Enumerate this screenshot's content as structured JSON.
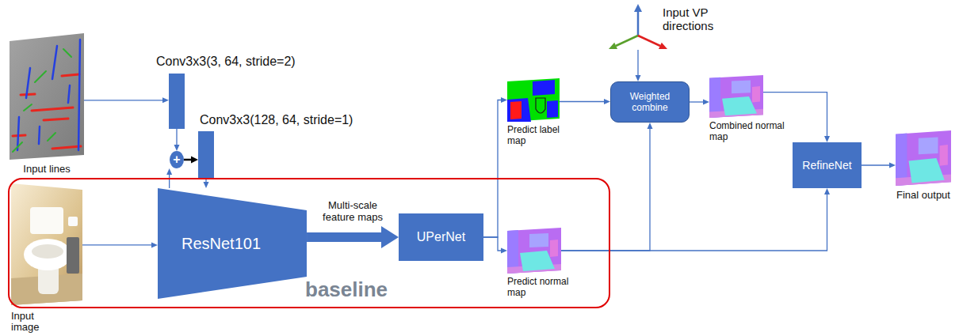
{
  "diagram": {
    "nodes": [
      {
        "text": [
          "Input lines"
        ]
      },
      {
        "text": [
          "Conv3x3(3, 64, stride=2)"
        ]
      },
      {
        "text": [
          "+"
        ]
      },
      {
        "text": [
          "Conv3x3(128, 64, stride=1)"
        ]
      },
      {
        "text": [
          "Input VP directions"
        ]
      },
      {
        "text": [
          "Predict label map"
        ]
      },
      {
        "text": [
          "Weighted combine"
        ]
      },
      {
        "text": [
          "Combined normal map"
        ]
      },
      {
        "text": [
          "baseline"
        ]
      },
      {
        "text": [
          "Input image"
        ],
        "in": 8
      },
      {
        "text": [
          "ResNet101"
        ],
        "in": 8
      },
      {
        "text": [
          "UPerNet"
        ],
        "in": 8
      },
      {
        "text": [
          "Predict normal map"
        ],
        "in": 8
      },
      {
        "text": [
          "RefineNet"
        ]
      },
      {
        "text": [
          "Final output"
        ]
      }
    ],
    "edges": [
      {
        "from": 0,
        "to": 1,
        "arrow": "to"
      },
      {
        "from": 1,
        "to": 2,
        "arrow": "to"
      },
      {
        "from": 10,
        "to": 2,
        "arrow": "to"
      },
      {
        "from": 2,
        "to": 3,
        "arrow": "to"
      },
      {
        "from": 3,
        "to": 10,
        "arrow": "to"
      },
      {
        "from": 9,
        "to": 10,
        "arrow": "to"
      },
      {
        "from": 10,
        "to": 11,
        "label": "Multi-scale feature maps",
        "arrow": "to"
      },
      {
        "from": 11,
        "to": 5,
        "arrow": "to"
      },
      {
        "from": 11,
        "to": 12,
        "arrow": "to"
      },
      {
        "from": 4,
        "to": 6,
        "arrow": "to"
      },
      {
        "from": 5,
        "to": 6,
        "arrow": "to"
      },
      {
        "from": 12,
        "to": 6,
        "arrow": "to"
      },
      {
        "from": 6,
        "to": 7,
        "arrow": "to"
      },
      {
        "from": 7,
        "to": 13,
        "arrow": "to"
      },
      {
        "from": 12,
        "to": 13,
        "arrow": "to"
      },
      {
        "from": 13,
        "to": 14,
        "arrow": "to"
      }
    ]
  }
}
